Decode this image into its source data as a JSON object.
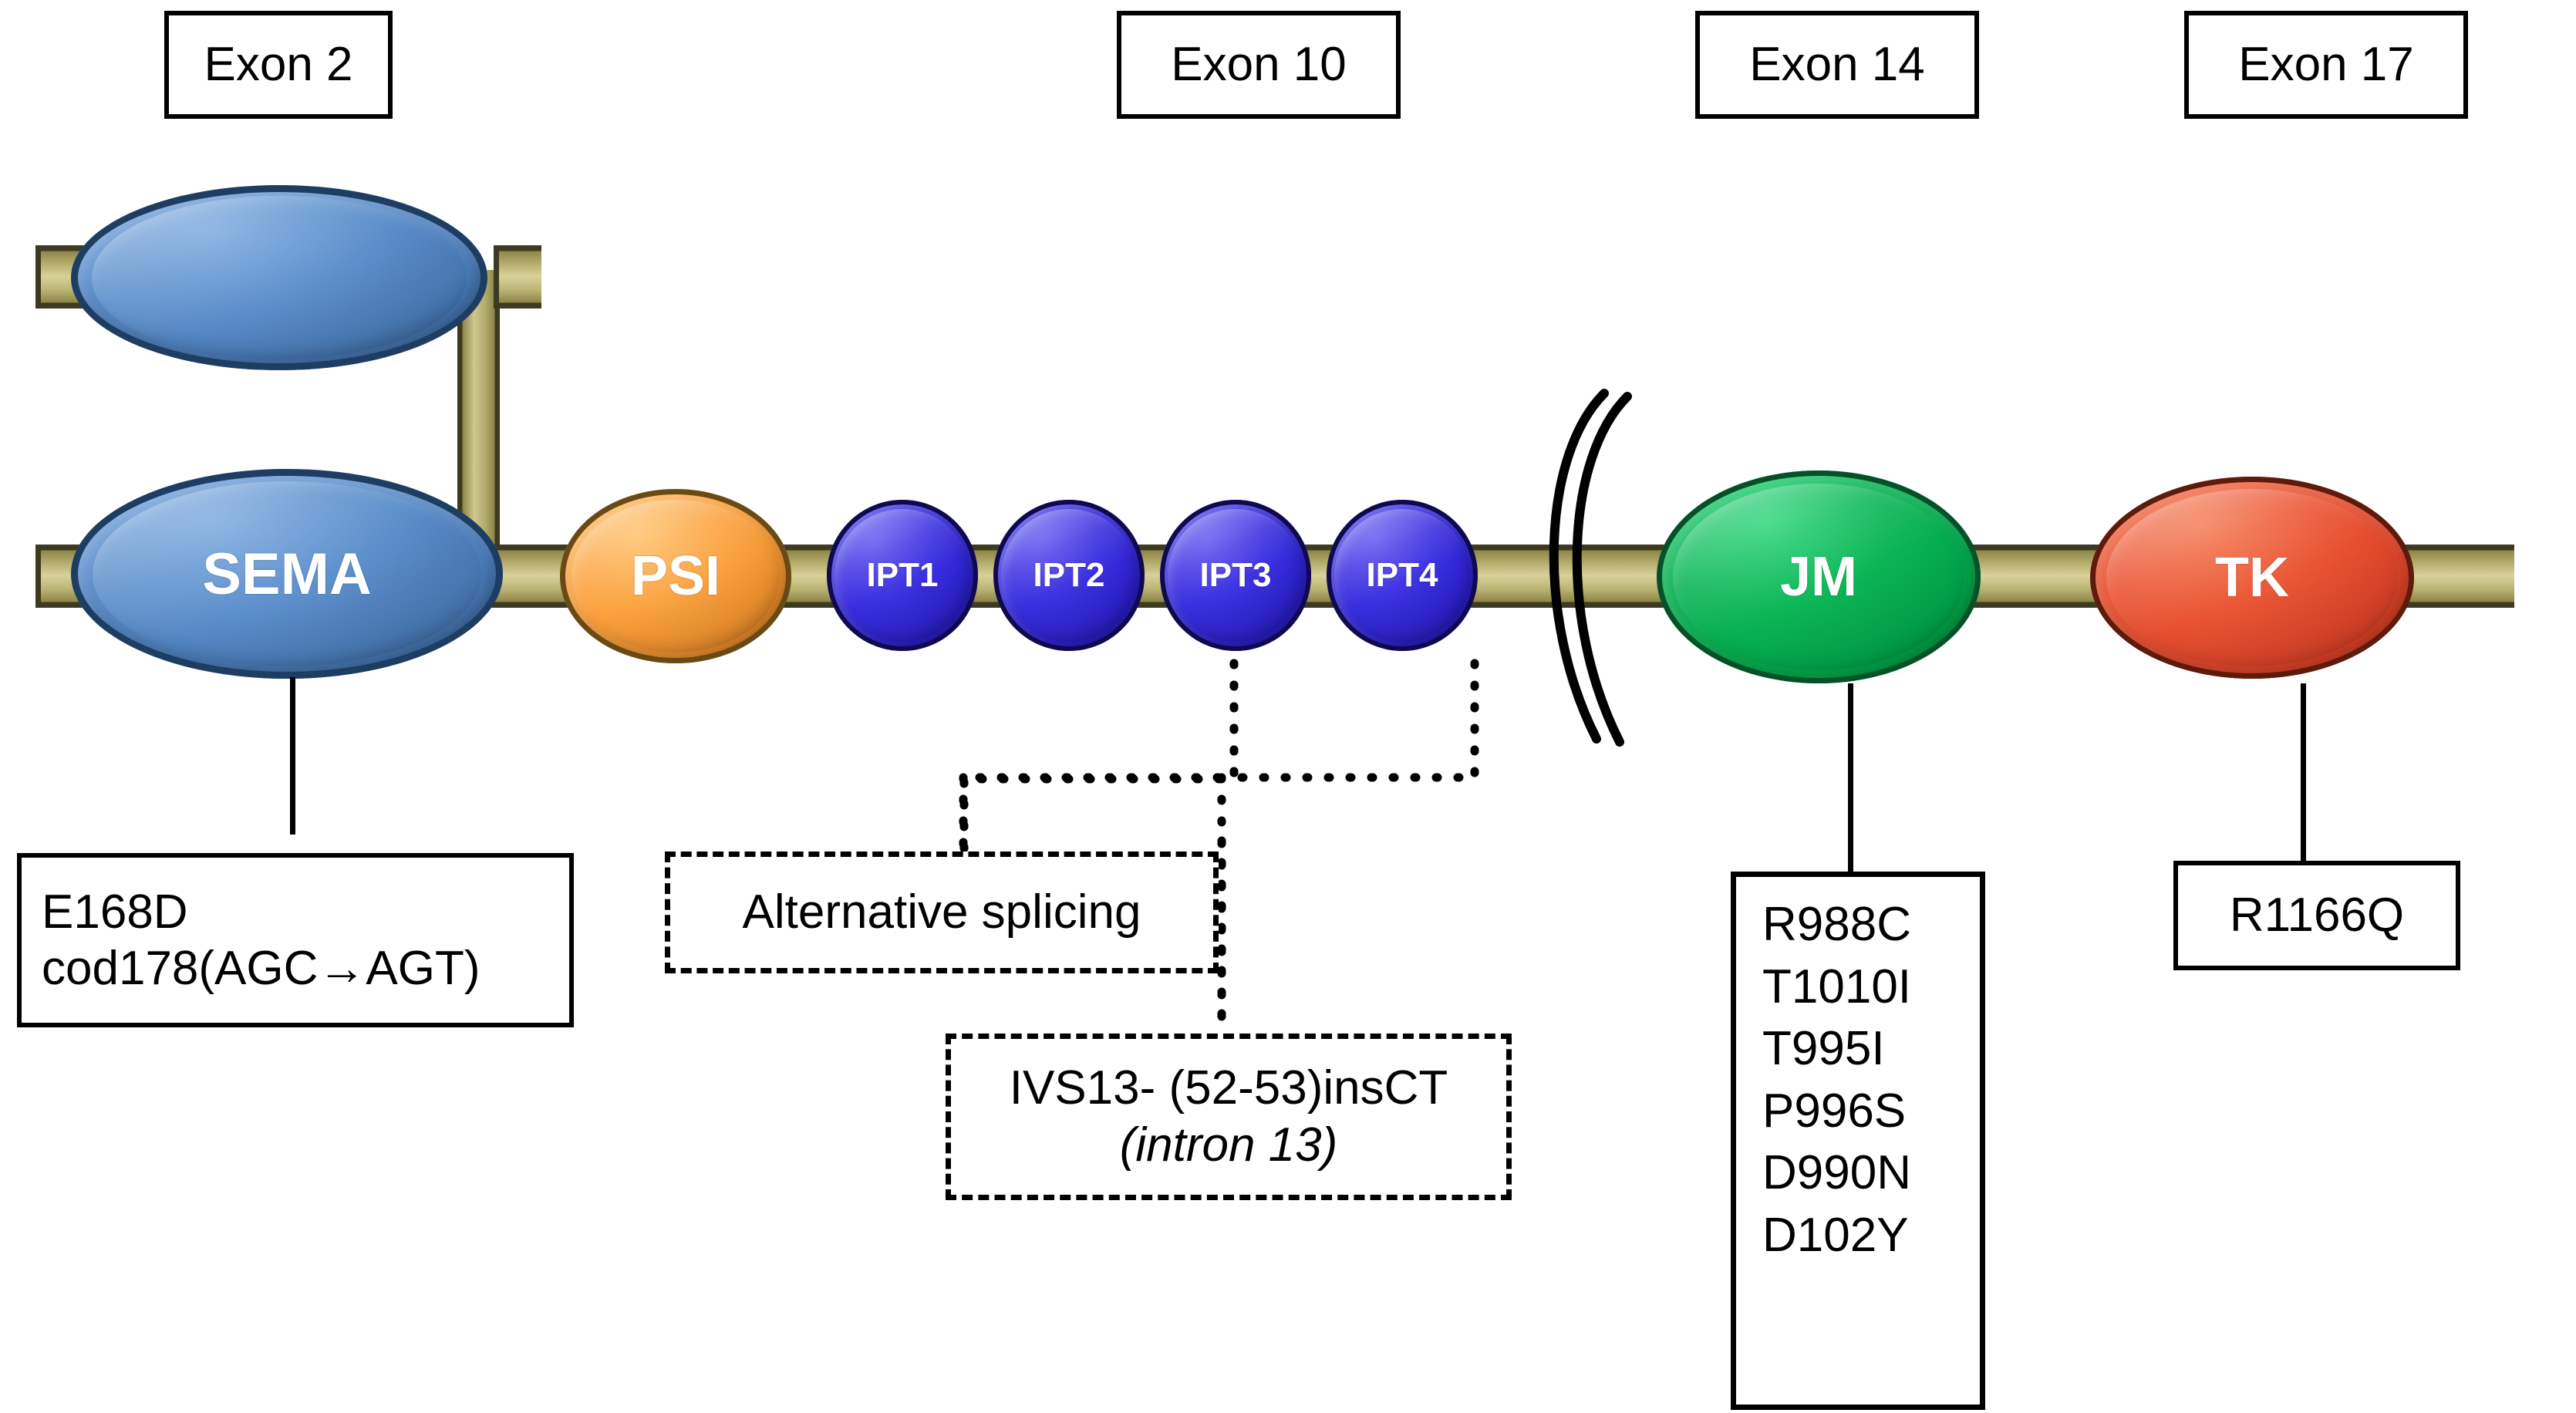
{
  "diagram": {
    "title": "MET receptor domain structure with exon annotations and mutations",
    "colors": {
      "sema": "#5b8ecb",
      "psi": "#fba23f",
      "ipt": "#3b31e0",
      "jm": "#00a84b",
      "tk": "#ea5434",
      "backbone": "#b9b273",
      "outline": "#000000"
    }
  },
  "exon_labels": [
    {
      "text": "Exon 2"
    },
    {
      "text": "Exon 10"
    },
    {
      "text": "Exon 14"
    },
    {
      "text": "Exon 17"
    }
  ],
  "domains": [
    {
      "id": "sema-top",
      "label": ""
    },
    {
      "id": "sema",
      "label": "SEMA"
    },
    {
      "id": "psi",
      "label": "PSI"
    },
    {
      "id": "ipt1",
      "label": "IPT1"
    },
    {
      "id": "ipt2",
      "label": "IPT2"
    },
    {
      "id": "ipt3",
      "label": "IPT3"
    },
    {
      "id": "ipt4",
      "label": "IPT4"
    },
    {
      "id": "jm",
      "label": "JM"
    },
    {
      "id": "tk",
      "label": "TK"
    }
  ],
  "annotations": {
    "sema_box": {
      "line1": "E168D",
      "line2": "cod178(AGC→AGT)"
    },
    "alternative_splicing": {
      "text": "Alternative splicing"
    },
    "intron_box": {
      "line1": "IVS13- (52-53)insCT",
      "line2": "(intron 13)"
    },
    "jm_mutations": [
      "R988C",
      "T1010I",
      "T995I",
      "P996S",
      "D990N",
      "D102Y"
    ],
    "tk_box": {
      "text": "R1166Q"
    }
  }
}
